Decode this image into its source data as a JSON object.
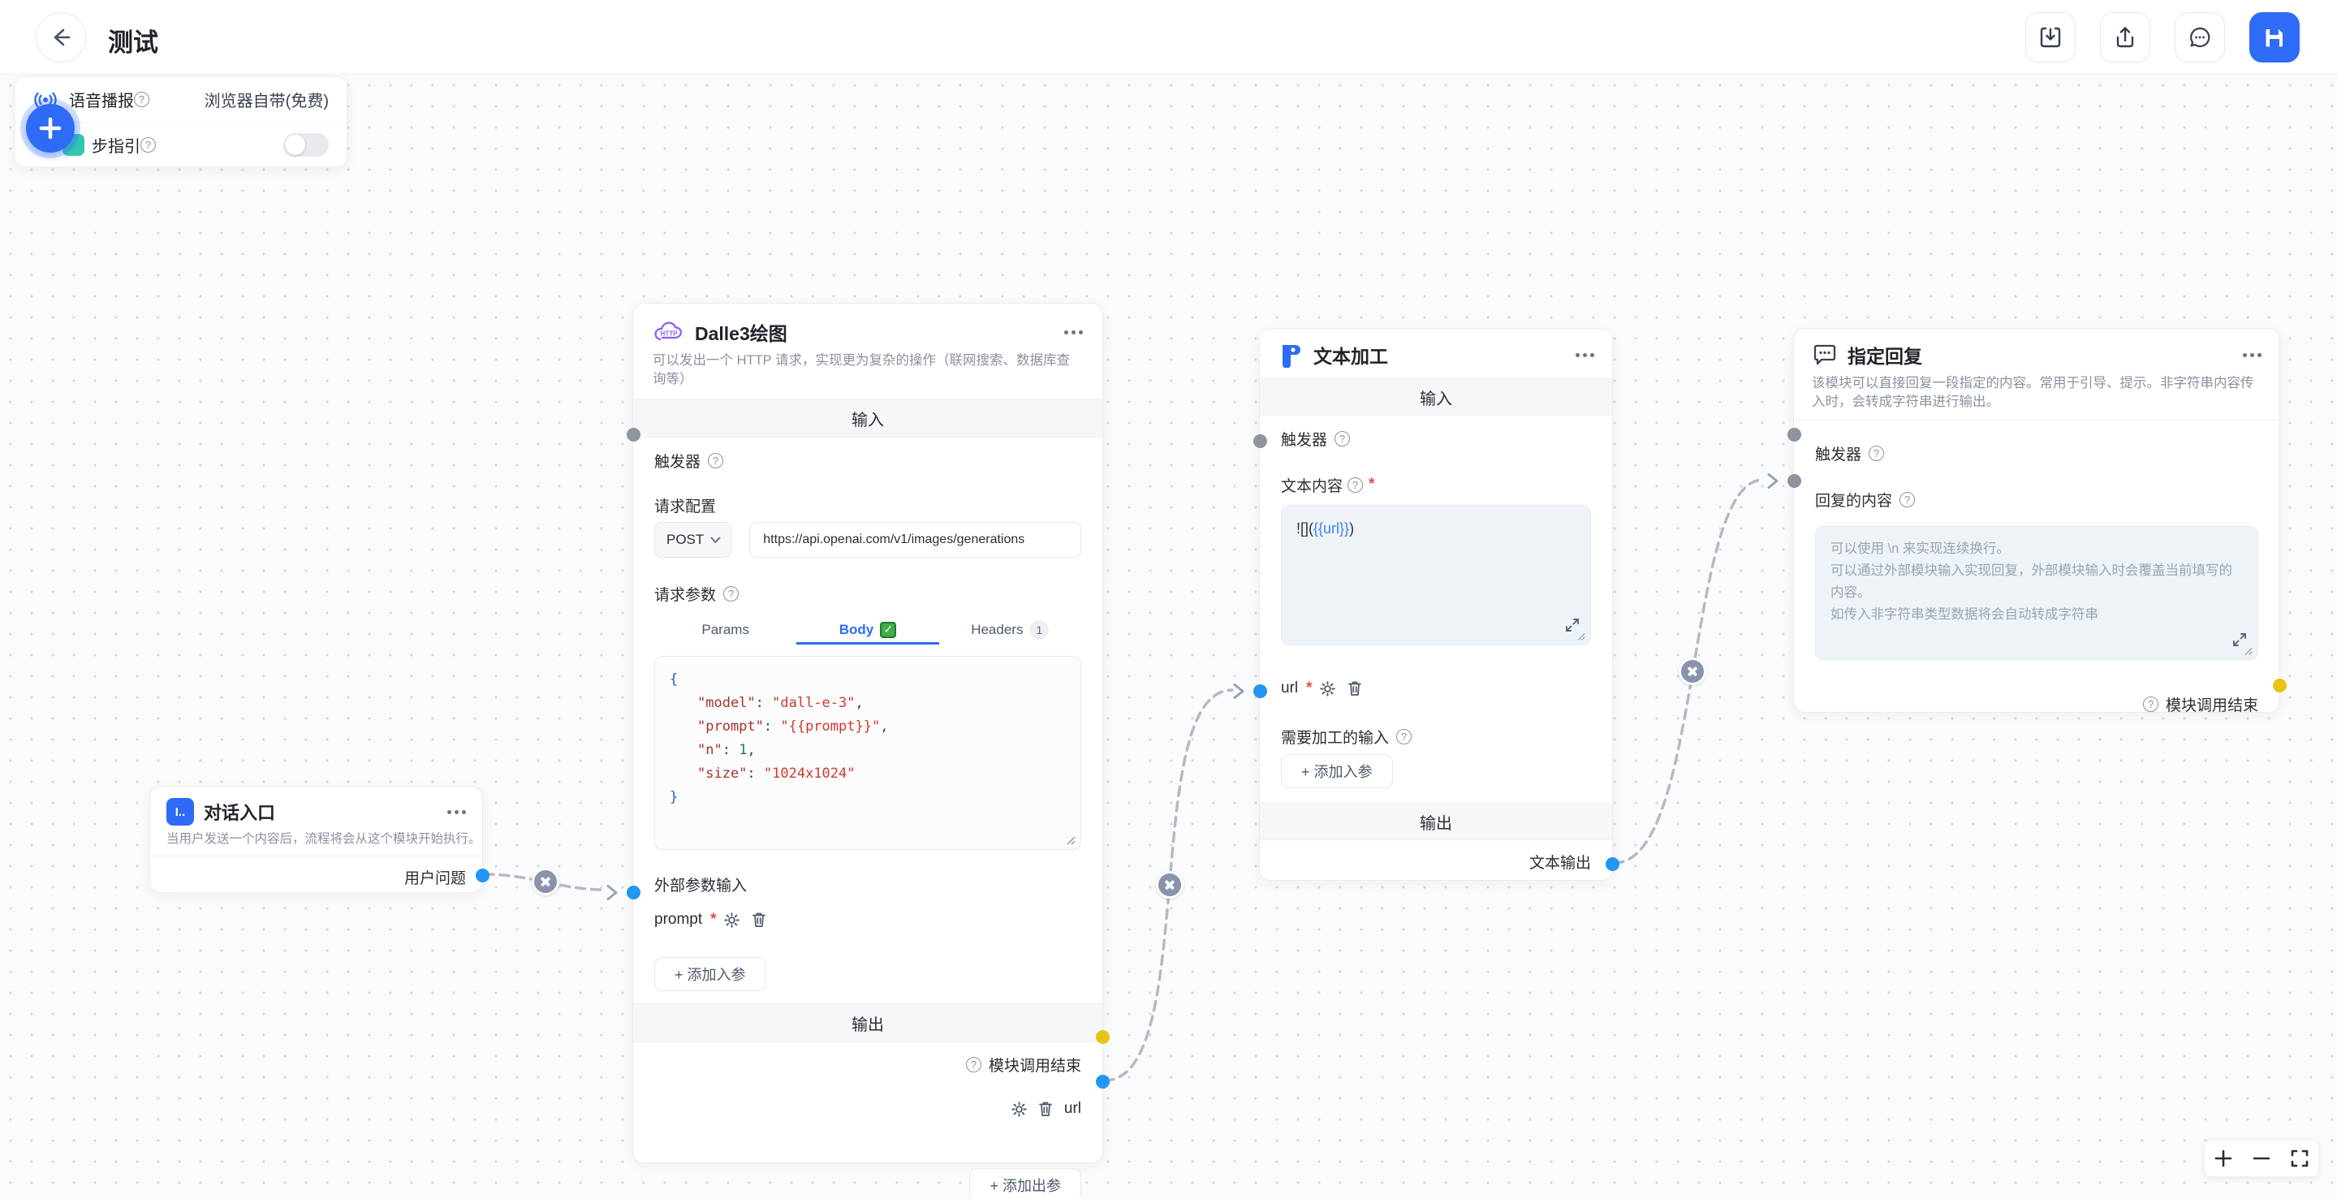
{
  "header": {
    "title": "测试",
    "icons": [
      "back-icon",
      "import-icon",
      "export-icon",
      "comment-icon",
      "save-icon"
    ]
  },
  "settings_panel": {
    "voice": {
      "label": "语音播报",
      "value": "浏览器自带(免费)",
      "icon": "voice-broadcast-icon"
    },
    "guide": {
      "label": "步指引",
      "toggle": "off",
      "icon": "guide-icon"
    }
  },
  "fab": {
    "icon": "plus-icon"
  },
  "nodes": {
    "entry": {
      "icon_text": "I..",
      "title": "对话入口",
      "desc": "当用户发送一个内容后，流程将会从这个模块开始执行。",
      "output_label": "用户问题"
    },
    "http": {
      "title": "Dalle3绘图",
      "desc": "可以发出一个 HTTP 请求，实现更为复杂的操作（联网搜索、数据库查询等）",
      "section_input": "输入",
      "trigger_label": "触发器",
      "request_config_label": "请求配置",
      "method": "POST",
      "url": "https://api.openai.com/v1/images/generations",
      "request_params_label": "请求参数",
      "tabs": {
        "params": "Params",
        "body": "Body",
        "headers": "Headers",
        "headers_count": "1"
      },
      "code": {
        "l1": "{",
        "colon": ": ",
        "comma": ",",
        "l2k": "\"model\"",
        "l2v": "\"dall-e-3\"",
        "l3k": "\"prompt\"",
        "l3v": "\"{{prompt}}\"",
        "l4k": "\"n\"",
        "l4v": "1",
        "l5k": "\"size\"",
        "l5v": "\"1024x1024\"",
        "l6": "}"
      },
      "external_input_label": "外部参数输入",
      "param_name": "prompt",
      "add_input_btn": "+ 添加入参",
      "section_output": "输出",
      "module_end_label": "模块调用结束",
      "output_param": "url",
      "add_output_btn": "+ 添加出参"
    },
    "text": {
      "title": "文本加工",
      "section_input": "输入",
      "trigger_label": "触发器",
      "content_label": "文本内容",
      "content_prefix": "![](",
      "content_var": "{{url}}",
      "content_suffix": ")",
      "param_name": "url",
      "need_input_label": "需要加工的输入",
      "add_input_btn": "+ 添加入参",
      "section_output": "输出",
      "output_label": "文本输出"
    },
    "reply": {
      "title": "指定回复",
      "desc": "该模块可以直接回复一段指定的内容。常用于引导、提示。非字符串内容传入时，会转成字符串进行输出。",
      "trigger_label": "触发器",
      "content_label": "回复的内容",
      "placeholder_l1": "可以使用 \\n 来实现连续换行。",
      "placeholder_l2": "可以通过外部模块输入实现回复，外部模块输入时会覆盖当前填写的内容。",
      "placeholder_l3": "如传入非字符串类型数据将会自动转成字符串",
      "module_end_label": "模块调用结束"
    }
  },
  "colors": {
    "accent": "#2e6bf6",
    "port_blue": "#2196f3",
    "port_yellow": "#e7c414",
    "port_gray": "#8f959e",
    "wire_gray": "#b4bac4"
  }
}
